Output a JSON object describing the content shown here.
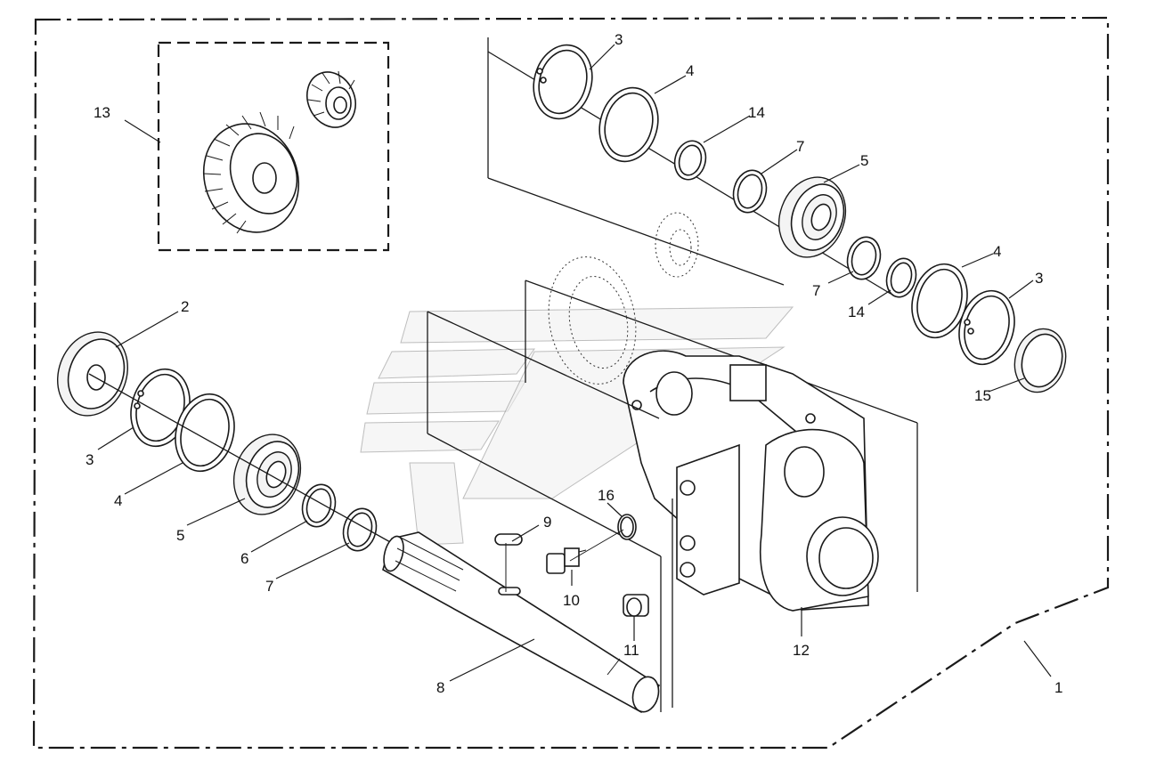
{
  "diagram": {
    "callouts": [
      {
        "id": "c1",
        "text": "1"
      },
      {
        "id": "c2",
        "text": "2"
      },
      {
        "id": "c3a",
        "text": "3"
      },
      {
        "id": "c3b",
        "text": "3"
      },
      {
        "id": "c3c",
        "text": "3"
      },
      {
        "id": "c4a",
        "text": "4"
      },
      {
        "id": "c4b",
        "text": "4"
      },
      {
        "id": "c4c",
        "text": "4"
      },
      {
        "id": "c5a",
        "text": "5"
      },
      {
        "id": "c5b",
        "text": "5"
      },
      {
        "id": "c6",
        "text": "6"
      },
      {
        "id": "c7a",
        "text": "7"
      },
      {
        "id": "c7b",
        "text": "7"
      },
      {
        "id": "c7c",
        "text": "7"
      },
      {
        "id": "c8",
        "text": "8"
      },
      {
        "id": "c9",
        "text": "9"
      },
      {
        "id": "c10",
        "text": "10"
      },
      {
        "id": "c11",
        "text": "11"
      },
      {
        "id": "c12",
        "text": "12"
      },
      {
        "id": "c13",
        "text": "13"
      },
      {
        "id": "c14a",
        "text": "14"
      },
      {
        "id": "c14b",
        "text": "14"
      },
      {
        "id": "c15",
        "text": "15"
      },
      {
        "id": "c16",
        "text": "16"
      }
    ]
  }
}
